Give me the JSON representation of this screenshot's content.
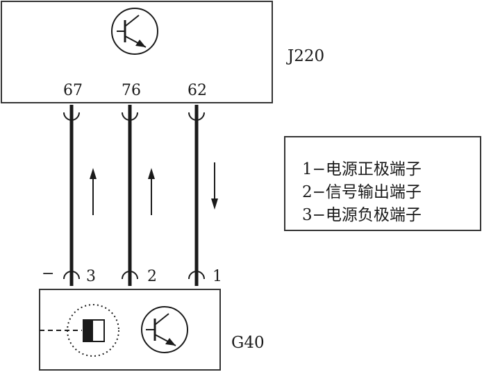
{
  "ecu": {
    "label": "J220",
    "pins": [
      "67",
      "76",
      "62"
    ]
  },
  "sensor": {
    "label": "G40",
    "pins": [
      "3",
      "2",
      "1"
    ],
    "polarity": "−"
  },
  "legend": {
    "items": [
      "1−电源正极端子",
      "2−信号输出端子",
      "3−电源负极端子"
    ]
  },
  "signal_flow": [
    "up",
    "up",
    "down"
  ],
  "icons": {
    "ecu_transistor": "transistor-icon",
    "sensor_transistor": "transistor-icon",
    "sensor_hall": "hall-element-icon"
  }
}
